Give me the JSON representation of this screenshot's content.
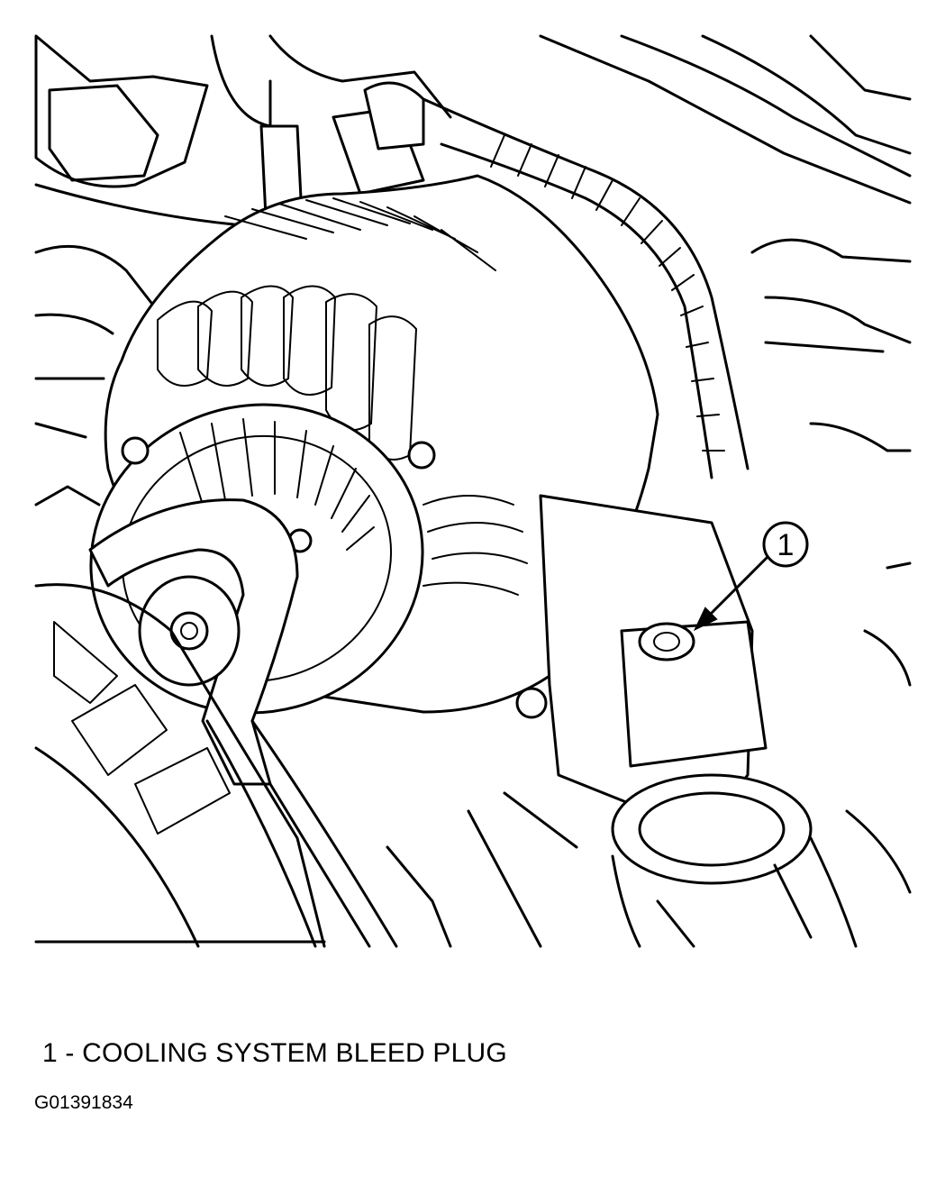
{
  "figure": {
    "callout_number": "1",
    "legend_text": "1 - COOLING SYSTEM BLEED PLUG",
    "figure_id": "G01391834"
  },
  "icons": {
    "illustration": "alternator-engine-line-drawing",
    "callout_arrow": "arrow-icon"
  },
  "colors": {
    "ink": "#000000",
    "paper": "#ffffff"
  }
}
